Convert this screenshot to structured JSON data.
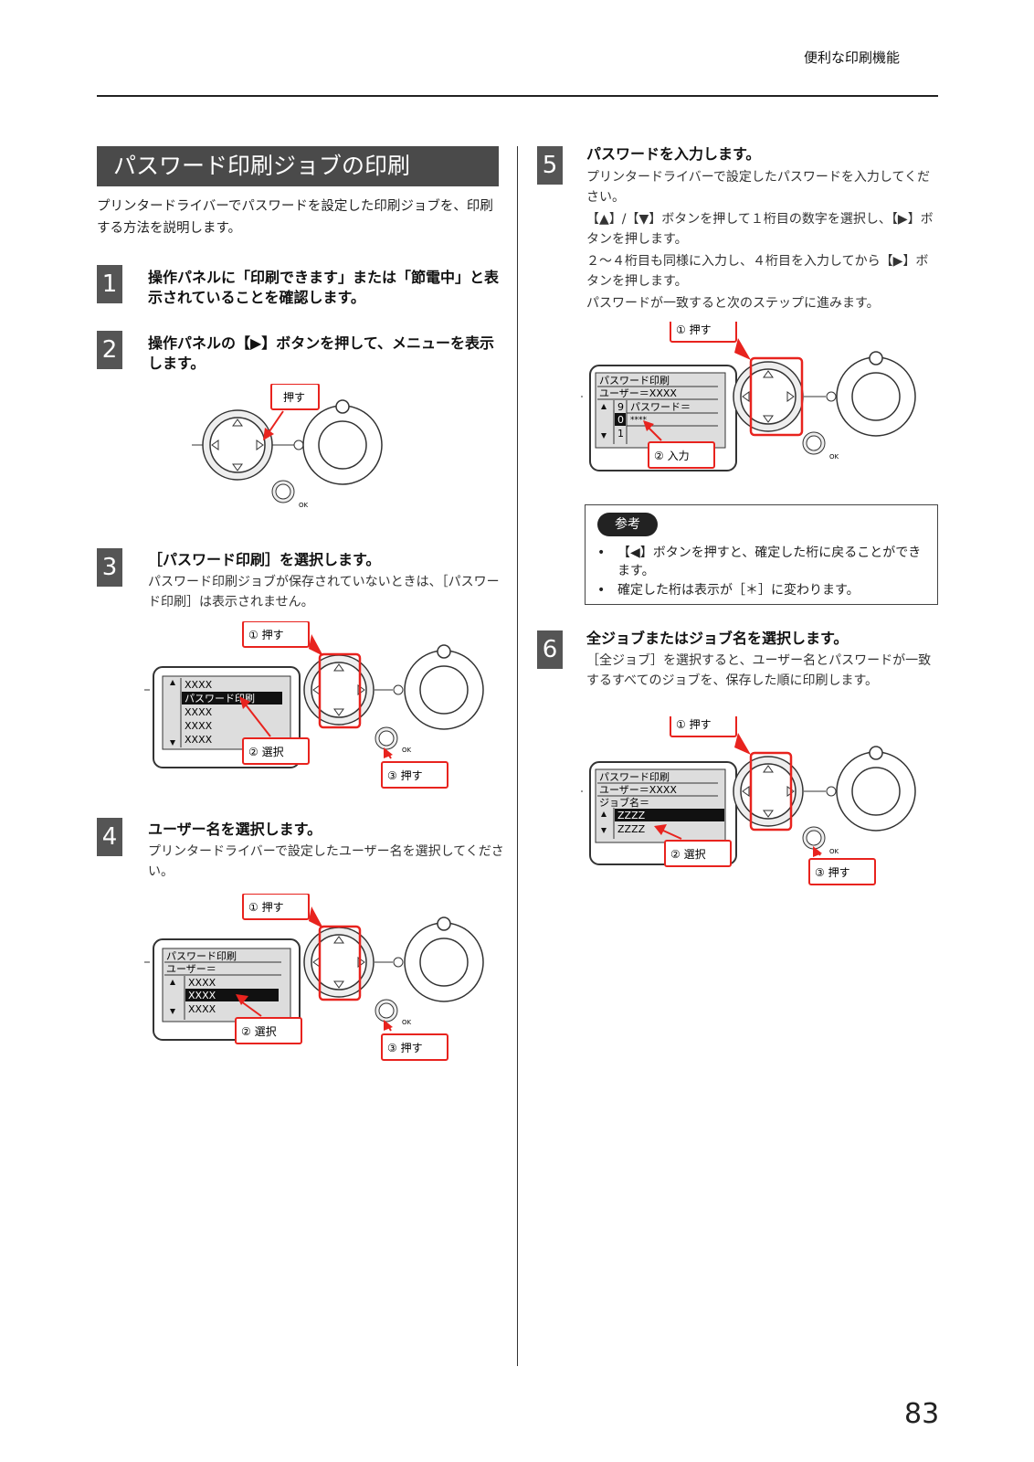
{
  "header": {
    "chapter": "便利な印刷機能"
  },
  "section": {
    "title": "パスワード印刷ジョブの印刷",
    "intro": "プリンタードライバーでパスワードを設定した印刷ジョブを、印刷する方法を説明します。"
  },
  "steps": [
    {
      "num": "1",
      "title": "操作パネルに「印刷できます」または「節電中」と表示されていることを確認します。"
    },
    {
      "num": "2",
      "title": "操作パネルの【▶】ボタンを押して、メニューを表示します。"
    },
    {
      "num": "3",
      "title": "［パスワード印刷］を選択します。",
      "body": "パスワード印刷ジョブが保存されていないときは、［パスワード印刷］は表示されません。"
    },
    {
      "num": "4",
      "title": "ユーザー名を選択します。",
      "body": "プリンタードライバーで設定したユーザー名を選択してください。"
    },
    {
      "num": "5",
      "title": "パスワードを入力します。",
      "body_lines": [
        "プリンタードライバーで設定したパスワードを入力してください。",
        "【▲】/【▼】ボタンを押して１桁目の数字を選択し、【▶】ボタンを押します。",
        "２〜４桁目も同様に入力し、４桁目を入力してから【▶】ボタンを押します。",
        "パスワードが一致すると次のステップに進みます。"
      ]
    },
    {
      "num": "6",
      "title": "全ジョブまたはジョブ名を選択します。",
      "body": "［全ジョブ］を選択すると、ユーザー名とパスワードが一致するすべてのジョブを、保存した順に印刷します。"
    }
  ],
  "note": {
    "badge": "参考",
    "items": [
      "【◀】ボタンを押すと、確定した桁に戻ることができます。",
      "確定した桁は表示が［＊］に変わります。"
    ]
  },
  "figures": {
    "fig2": {
      "callout": "押す",
      "ok": "OK"
    },
    "fig3": {
      "c1": "① 押す",
      "c2": "② 選択",
      "c3": "③ 押す",
      "ok": "OK",
      "lines": [
        "XXXX",
        "パスワード印刷",
        "XXXX",
        "XXXX",
        "XXXX"
      ]
    },
    "fig4": {
      "c1": "① 押す",
      "c2": "② 選択",
      "c3": "③ 押す",
      "ok": "OK",
      "lines": [
        "パスワード印刷",
        "ユーザー＝",
        "XXXX",
        "XXXX",
        "XXXX"
      ]
    },
    "fig5": {
      "c1": "① 押す",
      "c2": "② 入力",
      "ok": "OK",
      "lines": [
        "パスワード印刷",
        "ユーザー＝XXXX",
        "9",
        "パスワード＝",
        "0",
        "****",
        "1"
      ]
    },
    "fig6": {
      "c1": "① 押す",
      "c2": "② 選択",
      "c3": "③ 押す",
      "ok": "OK",
      "lines": [
        "パスワード印刷",
        "ユーザー＝XXXX",
        "ジョブ名＝",
        "ZZZZ",
        "ZZZZ"
      ]
    }
  },
  "page_number": "83",
  "colors": {
    "accent_red": "#e8231e",
    "title_bar": "#4a4a4a"
  }
}
